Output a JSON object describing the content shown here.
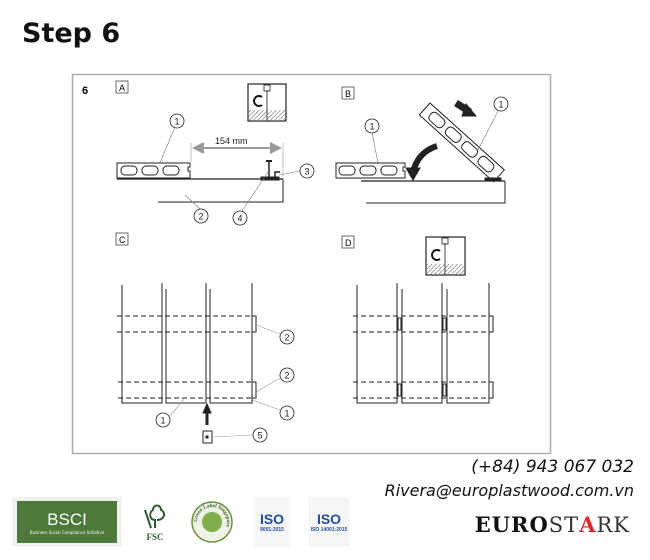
{
  "title": "Step 6",
  "diagram": {
    "step_number": "6",
    "panels": [
      "A",
      "B",
      "C",
      "D"
    ],
    "dimension": "154 mm",
    "callouts": {
      "a1": "1",
      "a2": "2",
      "a3": "3",
      "a4": "4",
      "b1": "1",
      "b2": "1",
      "c2a": "2",
      "c2b": "2",
      "c1a": "1",
      "c1b": "1",
      "c5": "5"
    }
  },
  "contact": {
    "phone": "(+84) 943 067 032",
    "email": "Rivera@europlastwood.com.vn"
  },
  "certifications": {
    "bsci": "BSCI",
    "bsci_sub": "Business Social Compliance Initiative",
    "fsc": "FSC",
    "greenlabel": "Green Label Singapore",
    "iso1": "ISO",
    "iso1_sub": "9001:2015",
    "iso2": "ISO",
    "iso2_sub": "ISO 14001:2015"
  },
  "brand": {
    "part1": "EURO",
    "part2": "ST",
    "part3": "A",
    "part4": "RK"
  }
}
